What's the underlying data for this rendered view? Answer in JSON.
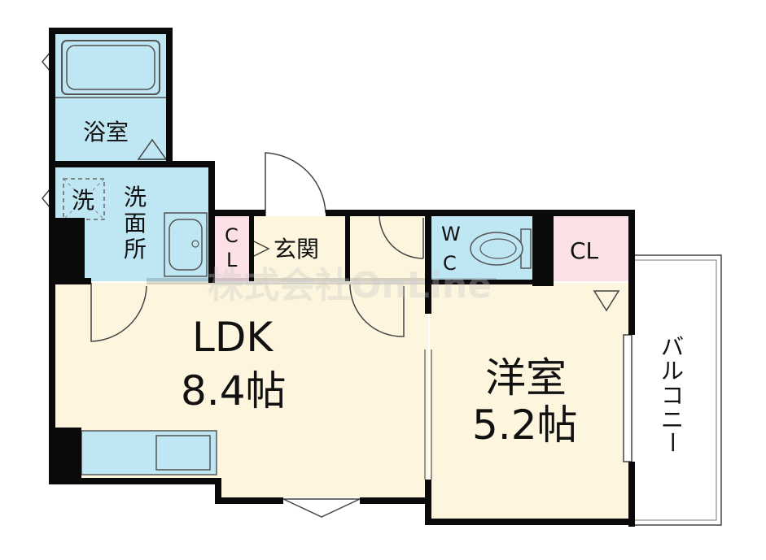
{
  "rooms": {
    "bath": "浴室",
    "washroom": [
      "洗",
      "面",
      "所"
    ],
    "washer": "洗",
    "closet_small": [
      "C",
      "L"
    ],
    "entrance": "玄関",
    "wc": [
      "W",
      "C"
    ],
    "closet": "CL",
    "ldk_name": "LDK",
    "ldk_size": "8.4帖",
    "bedroom_name": "洋室",
    "bedroom_size": "5.2帖",
    "balcony": [
      "バ",
      "ル",
      "コ",
      "ニ",
      "ー"
    ]
  },
  "watermark": "株式会社OnLine",
  "colors": {
    "wall": "#0a0a0a",
    "wet_area": "#bfe6f3",
    "living": "#fdf5de",
    "closet": "#fbe0e6",
    "entrance": "#fdf5de"
  }
}
